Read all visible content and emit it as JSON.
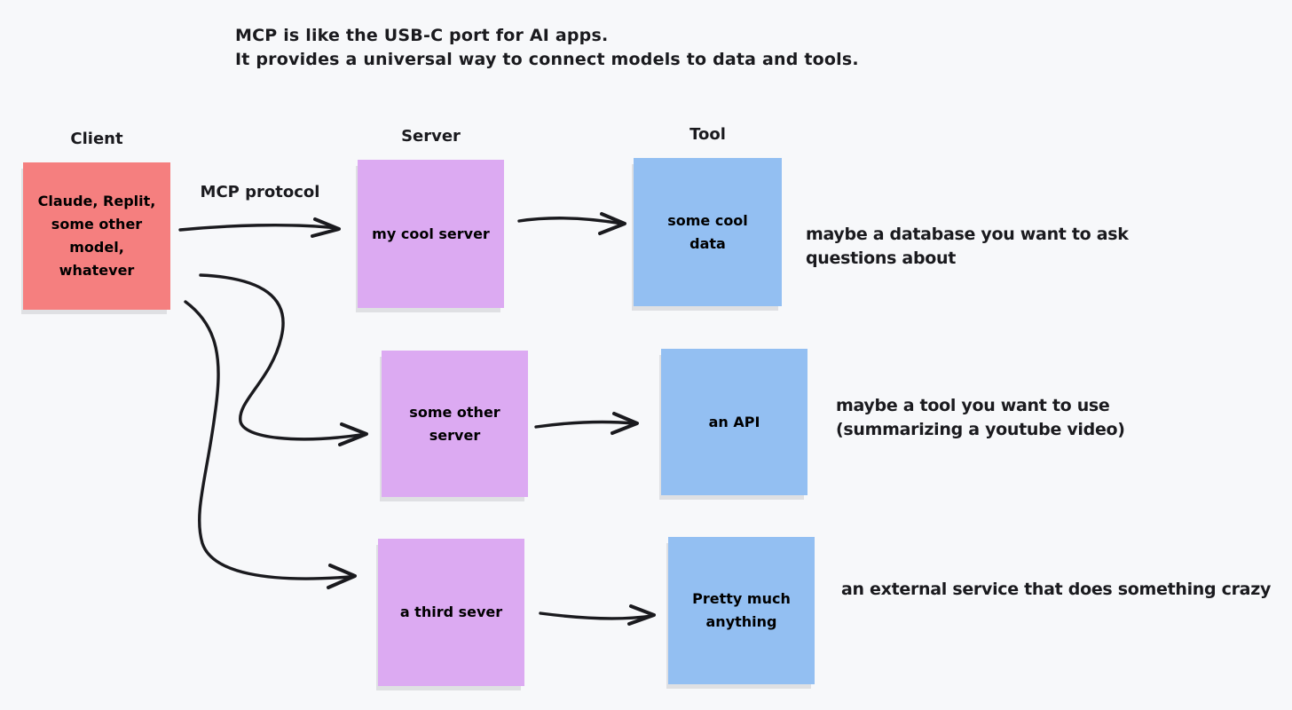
{
  "colors": {
    "background": "#f7f8fa",
    "ink": "#1a1a1e",
    "client": "#f57f7f",
    "server": "#dcaaf2",
    "tool": "#93bff2"
  },
  "title": {
    "lines": [
      "MCP is like the USB-C port for AI apps.",
      "It provides a universal way to connect models to data and tools."
    ]
  },
  "columns": {
    "client": "Client",
    "server": "Server",
    "tool": "Tool"
  },
  "mcp_protocol_label": "MCP protocol",
  "client_box": {
    "lines": [
      "Claude, Replit,",
      "some other",
      "model,",
      "whatever"
    ]
  },
  "rows": [
    {
      "server": {
        "lines": [
          "my cool server"
        ]
      },
      "tool": {
        "lines": [
          "some cool",
          "data"
        ]
      },
      "note": {
        "lines": [
          "maybe a database you want to ask",
          "questions about"
        ]
      }
    },
    {
      "server": {
        "lines": [
          "some other",
          "server"
        ]
      },
      "tool": {
        "lines": [
          "an API"
        ]
      },
      "note": {
        "lines": [
          "maybe a tool you want to use",
          "(summarizing a youtube video)"
        ]
      }
    },
    {
      "server": {
        "lines": [
          "a third sever"
        ]
      },
      "tool": {
        "lines": [
          "Pretty much",
          "anything"
        ]
      },
      "note": {
        "lines": [
          "an external service that does something crazy"
        ]
      }
    }
  ]
}
